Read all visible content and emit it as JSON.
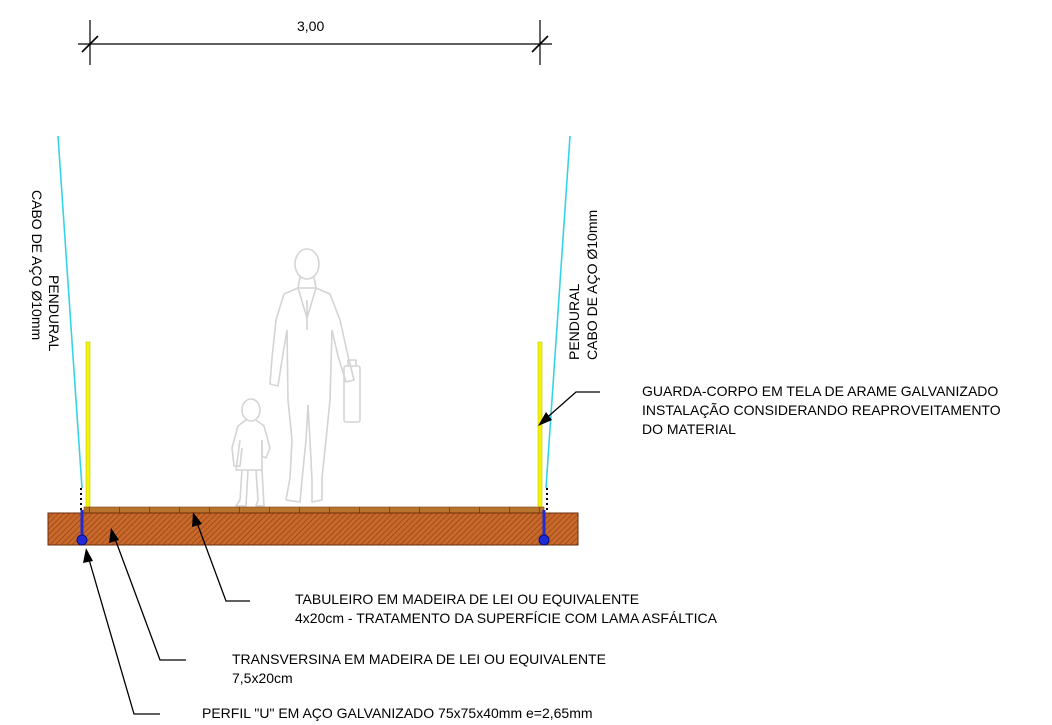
{
  "dimension": {
    "label": "3,00"
  },
  "hangers": {
    "left": {
      "line1": "PENDURAL",
      "line2": "CABO DE AÇO Ø10mm"
    },
    "right": {
      "line1": "PENDURAL",
      "line2": "CABO DE AÇO Ø10mm"
    }
  },
  "notes": {
    "guardrail": {
      "lines": [
        "GUARDA-CORPO EM TELA DE ARAME GALVANIZADO",
        "INSTALAÇÃO CONSIDERANDO REAPROVEITAMENTO",
        "DO MATERIAL"
      ]
    },
    "deck": {
      "lines": [
        "TABULEIRO EM MADEIRA DE LEI OU EQUIVALENTE",
        "4x20cm - TRATAMENTO DA SUPERFÍCIE COM LAMA ASFÁLTICA"
      ]
    },
    "crossbeam": {
      "lines": [
        "TRANSVERSINA EM MADEIRA DE LEI OU EQUIVALENTE",
        "7,5x20cm"
      ]
    },
    "profile": {
      "lines": [
        "PERFIL \"U\" EM AÇO GALVANIZADO 75x75x40mm e=2,65mm"
      ]
    }
  },
  "colors": {
    "cable": "#36d3e8",
    "guardrail": "#f2f20a",
    "deck_fill": "#c8682a",
    "deck_top": "#b56a1e",
    "profile": "#1f2bd6",
    "figures": "#d6d6d6",
    "lines": "#000000"
  }
}
